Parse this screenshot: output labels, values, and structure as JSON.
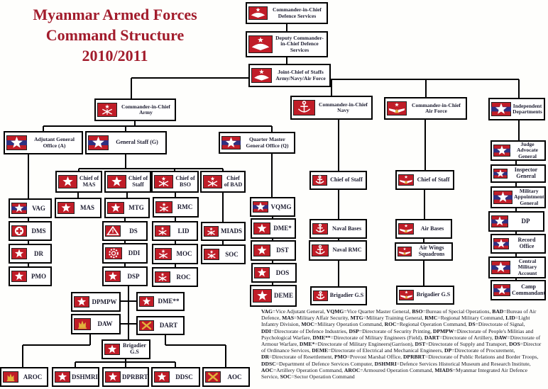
{
  "title": {
    "lines": [
      "Myanmar Armed Forces",
      "Command Structure",
      "2010/2011"
    ]
  },
  "colors": {
    "flag_red": "#c01d28",
    "flag_blue": "#2e3181",
    "flag_yellow": "#e2b33c",
    "title_red": "#a21c2c",
    "line": "#000000"
  },
  "nodes": [
    {
      "id": "cinc-ds",
      "label": "Commander-in-Chief Defence Services",
      "flag": "eagle"
    },
    {
      "id": "deputy-cinc-ds",
      "label": "Deputy Commander-in-Chief Defence Services",
      "flag": "eagle"
    },
    {
      "id": "joint-chief",
      "label": "Joint-Chief of Staffs Army/Navy/Air Force",
      "flag": "eagle"
    },
    {
      "id": "cinc-army",
      "label": "Commander-in-Chief Army",
      "flag": "army"
    },
    {
      "id": "cinc-navy",
      "label": "Commander-in-Chief Navy",
      "flag": "anchor"
    },
    {
      "id": "cinc-af",
      "label": "Commander-in-Chief Air Force",
      "flag": "airforce"
    },
    {
      "id": "ind-dep",
      "label": "Independent Departments",
      "flag": "stripes"
    },
    {
      "id": "adjutant",
      "label": "Adjutant General Office (A)",
      "flag": "stripes"
    },
    {
      "id": "general-staff",
      "label": "General Staff (G)",
      "flag": "stripes"
    },
    {
      "id": "qm-office",
      "label": "Quarter Master General Office (Q)",
      "flag": "stripes"
    },
    {
      "id": "chief-mas",
      "label": "Chief of MAS",
      "flag": "star"
    },
    {
      "id": "chief-staff-army",
      "label": "Chief of Staff",
      "flag": "star"
    },
    {
      "id": "chief-bso",
      "label": "Chief of BSO",
      "flag": "crossed"
    },
    {
      "id": "chief-bad",
      "label": "Chief of BAD",
      "flag": "crossed"
    },
    {
      "id": "vag",
      "label": "VAG",
      "flag": "stripes"
    },
    {
      "id": "mas",
      "label": "MAS",
      "flag": "star"
    },
    {
      "id": "mtg",
      "label": "MTG",
      "flag": "star"
    },
    {
      "id": "rmc",
      "label": "RMC",
      "flag": "crossed"
    },
    {
      "id": "vqmg",
      "label": "VQMG",
      "flag": "stripes"
    },
    {
      "id": "dms",
      "label": "DMS",
      "flag": "medical"
    },
    {
      "id": "ds",
      "label": "DS",
      "flag": "signal"
    },
    {
      "id": "lid",
      "label": "LID",
      "flag": "crossed"
    },
    {
      "id": "miads",
      "label": "MIADS",
      "flag": "crossed"
    },
    {
      "id": "dme1",
      "label": "DME*",
      "flag": "star"
    },
    {
      "id": "dr",
      "label": "DR",
      "flag": "star"
    },
    {
      "id": "ddi",
      "label": "DDI",
      "flag": "gear"
    },
    {
      "id": "moc",
      "label": "MOC",
      "flag": "crossed"
    },
    {
      "id": "soc",
      "label": "SOC",
      "flag": "crossed"
    },
    {
      "id": "dst",
      "label": "DST",
      "flag": "star"
    },
    {
      "id": "pmo",
      "label": "PMO",
      "flag": "star"
    },
    {
      "id": "dsp",
      "label": "DSP",
      "flag": "star"
    },
    {
      "id": "roc",
      "label": "ROC",
      "flag": "crossed"
    },
    {
      "id": "dos",
      "label": "DOS",
      "flag": "star"
    },
    {
      "id": "dpmpw",
      "label": "DPMPW",
      "flag": "star"
    },
    {
      "id": "dme2",
      "label": "DME**",
      "flag": "star"
    },
    {
      "id": "deme",
      "label": "DEME",
      "flag": "star"
    },
    {
      "id": "daw",
      "label": "DAW",
      "flag": "armour"
    },
    {
      "id": "dart",
      "label": "DART",
      "flag": "artillery"
    },
    {
      "id": "brig-gs-army",
      "label": "Brigadier G.S",
      "flag": "star"
    },
    {
      "id": "aroc",
      "label": "AROC",
      "flag": "armour"
    },
    {
      "id": "dshmri",
      "label": "DSHMRI",
      "flag": "star"
    },
    {
      "id": "dprbrt",
      "label": "DPRBRT",
      "flag": "star"
    },
    {
      "id": "ddsc",
      "label": "DDSC",
      "flag": "star"
    },
    {
      "id": "aoc",
      "label": "AOC",
      "flag": "artillery"
    },
    {
      "id": "chief-staff-navy",
      "label": "Chief of Staff",
      "flag": "anchor"
    },
    {
      "id": "naval-bases",
      "label": "Naval Bases",
      "flag": "anchor"
    },
    {
      "id": "naval-rmc",
      "label": "Naval RMC",
      "flag": "anchor"
    },
    {
      "id": "brig-gs-navy",
      "label": "Brigadier G.S",
      "flag": "anchor"
    },
    {
      "id": "chief-staff-af",
      "label": "Chief of Staff",
      "flag": "airforce"
    },
    {
      "id": "air-bases",
      "label": "Air Bases",
      "flag": "airforce"
    },
    {
      "id": "air-wings",
      "label": "Air Wings Squadrons",
      "flag": "airforce"
    },
    {
      "id": "brig-gs-af",
      "label": "Brigadier G.S",
      "flag": "airforce"
    },
    {
      "id": "judge-adv",
      "label": "Judge Advocate General",
      "flag": "stripes"
    },
    {
      "id": "inspector",
      "label": "Inspector General",
      "flag": "stripes"
    },
    {
      "id": "mil-appt",
      "label": "Military Appointment General",
      "flag": "stripes"
    },
    {
      "id": "dp",
      "label": "DP",
      "flag": "stripes"
    },
    {
      "id": "record-office",
      "label": "Record Office",
      "flag": "stripes"
    },
    {
      "id": "cma",
      "label": "Central Military Account",
      "flag": "stripes"
    },
    {
      "id": "camp-comm",
      "label": "Camp Commandant",
      "flag": "stripes"
    }
  ],
  "legend": {
    "eq": "=",
    "sep": ", ",
    "entries": [
      {
        "abbr": "VAG",
        "full": "Vice Adjutant General"
      },
      {
        "abbr": "VQMG",
        "full": "Vice Quarter Master General"
      },
      {
        "abbr": "BSO",
        "full": "Bureau of Special Operations"
      },
      {
        "abbr": "BAD",
        "full": "Bureau of Air Defence"
      },
      {
        "abbr": "MAS",
        "full": "Military Affair Security"
      },
      {
        "abbr": "MTG",
        "full": "Military Training General"
      },
      {
        "abbr": "RMC",
        "full": "Regional Military Command"
      },
      {
        "abbr": "LID",
        "full": "Light Infantry Division"
      },
      {
        "abbr": "MOC",
        "full": "Military Operation Command"
      },
      {
        "abbr": "ROC",
        "full": "Regional Operation Command"
      },
      {
        "abbr": "DS",
        "full": "Directorate of Signal"
      },
      {
        "abbr": "DDI",
        "full": "Directorate of Defence Industries"
      },
      {
        "abbr": "DSP",
        "full": "Directorate of Security Printing"
      },
      {
        "abbr": "DPMPW",
        "full": "Directorate of People's Militias and Psychological Warfare"
      },
      {
        "abbr": "DME**",
        "full": "Directorate of Military Engineers (Field)"
      },
      {
        "abbr": "DART",
        "full": "Directorate of Artillery"
      },
      {
        "abbr": "DAW",
        "full": "Directorate of Armour Warfare"
      },
      {
        "abbr": "DME*",
        "full": "Directorate of Military Engineers(Garrison)"
      },
      {
        "abbr": "DST",
        "full": "Directorate of Supply and Transport"
      },
      {
        "abbr": "DOS",
        "full": "Director of Ordinance Services"
      },
      {
        "abbr": "DEME",
        "full": "Directorate of Electrical and Mechanical Engineers"
      },
      {
        "abbr": "DP",
        "full": "Directorate of Procurement"
      },
      {
        "abbr": "DR",
        "full": "Directorate of Resettlement"
      },
      {
        "abbr": "PMO",
        "full": "Provost Marshal Office"
      },
      {
        "abbr": "DPRBRT",
        "full": "Directorate of Public Relations and Border Troops"
      },
      {
        "abbr": "DDSC",
        "full": "Department of Defence Services Computer"
      },
      {
        "abbr": "DSHMRI",
        "full": "Defence Services Historical Museum and Research Institute"
      },
      {
        "abbr": "AOC",
        "full": "Artillery Operation Command"
      },
      {
        "abbr": "AROC",
        "full": "Armoured Operation Command"
      },
      {
        "abbr": "MIADS",
        "full": "Myanmar Integrated Air Defence Service"
      },
      {
        "abbr": "SOC",
        "full": "Sector Operation Command"
      }
    ]
  }
}
